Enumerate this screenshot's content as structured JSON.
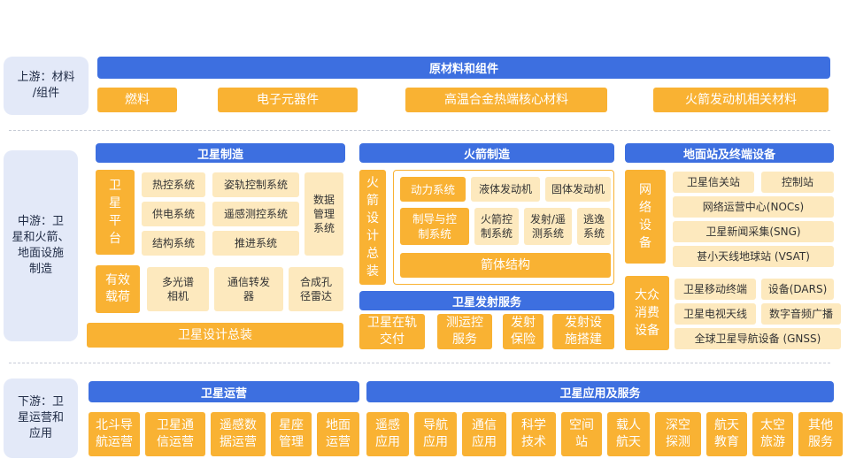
{
  "upstream": {
    "stage_label": "上游：材料\n/组件",
    "header": "原材料和组件",
    "items": [
      "燃料",
      "电子元器件",
      "高温合金热端核心材料",
      "火箭发动机相关材料"
    ]
  },
  "midstream": {
    "stage_label": "中游：卫\n星和火箭、\n地面设施\n制造",
    "satellite": {
      "header": "卫星制造",
      "platform": "卫\n星\n平\n台",
      "platform_items": [
        "热控系统",
        "姿轨控制系统",
        "供电系统",
        "遥感测控系统",
        "结构系统",
        "推进系统"
      ],
      "data_mgmt": "数据\n管理\n系统",
      "payload": "有效\n载荷",
      "payload_items": [
        "多光谱\n相机",
        "通信转发\n器",
        "合成孔\n径雷达"
      ],
      "assembly": "卫星设计总装"
    },
    "rocket": {
      "header": "火箭制造",
      "design": "火\n箭\n设\n计\n总\n装",
      "power": "动力系统",
      "power_items": [
        "液体发动机",
        "固体发动机"
      ],
      "guidance": "制导与控\n制系统",
      "guidance_items": [
        "火箭控\n制系统",
        "发射/遥\n测系统",
        "逃逸\n系统"
      ],
      "body": "箭体结构"
    },
    "launch": {
      "header": "卫星发射服务",
      "items": [
        "卫星在轨\n交付",
        "测运控\n服务",
        "发射\n保险",
        "发射设\n施搭建"
      ]
    },
    "ground": {
      "header": "地面站及终端设备",
      "network": "网\n络\n设\n备",
      "network_items": [
        "卫星信关站",
        "控制站",
        "网络运营中心(NOCs)",
        "卫星新闻采集(SNG)",
        "甚小天线地球站 (VSAT)"
      ],
      "consumer": "大众\n消费\n设备",
      "consumer_items": [
        "卫星移动终端",
        "设备(DARS)",
        "卫星电视天线",
        "数字音频广播",
        "全球卫星导航设备 (GNSS)"
      ]
    }
  },
  "downstream": {
    "stage_label": "下游：卫\n星运营和\n应用",
    "operations": {
      "header": "卫星运营",
      "items": [
        "北斗导\n航运营",
        "卫星通\n信运营",
        "遥感数\n据运营",
        "星座\n管理",
        "地面\n运营"
      ]
    },
    "applications": {
      "header": "卫星应用及服务",
      "items": [
        "遥感\n应用",
        "导航\n应用",
        "通信\n应用",
        "科学\n技术",
        "空间\n站",
        "载人\n航天",
        "深空\n探测",
        "航天\n教育",
        "太空\n旅游",
        "其他\n服务"
      ]
    }
  },
  "colors": {
    "header_blue": "#3d6fe0",
    "orange": "#f9b233",
    "light_orange": "#fde9be",
    "stage_bg": "#e3e9f8"
  }
}
